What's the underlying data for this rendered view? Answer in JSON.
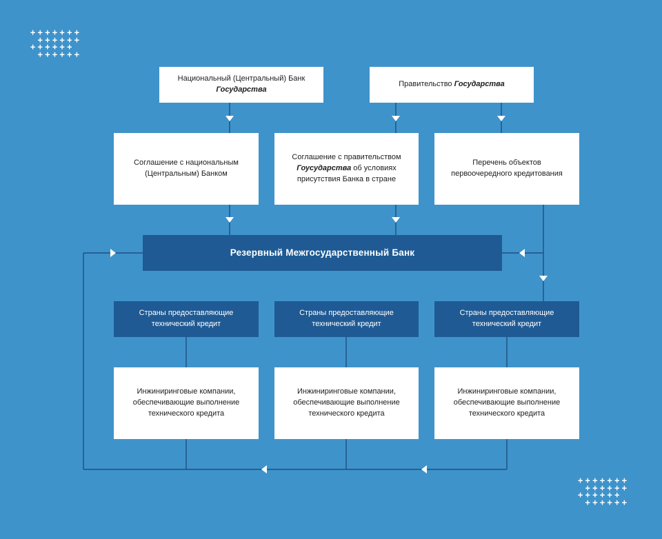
{
  "colors": {
    "background": "#3f93cb",
    "navy": "#1f5a94",
    "white": "#ffffff",
    "line": "#1f4f80"
  },
  "top": {
    "national_bank": {
      "line1": "Национальный (Центральный) Банк",
      "line2": "Государства"
    },
    "government": {
      "prefix": "Правительство ",
      "emph": "Государства"
    }
  },
  "middle": {
    "agreement_bank": "Соглашение с национальным (Центральным) Банком",
    "agreement_gov": {
      "line1": "Соглашение с правительством",
      "emph": "Гоусударства",
      "rest": " об условиях присутствия Банка в стране"
    },
    "priority_list": "Перечень объектов первоочередного кредитования"
  },
  "bank": "Резервный Межгосударственный Банк",
  "countries": [
    "Страны предоставляющие технический кредит",
    "Страны предоставляющие технический кредит",
    "Страны предоставляющие технический кредит"
  ],
  "engineering": [
    "Инжиниринговые компании, обеспечивающие выполнение технического кредита",
    "Инжиниринговые компании, обеспечивающие выполнение технического кредита",
    "Инжиниринговые компании, обеспечивающие выполнение технического кредита"
  ],
  "decor": {
    "icon": "plus-grid-icon"
  }
}
